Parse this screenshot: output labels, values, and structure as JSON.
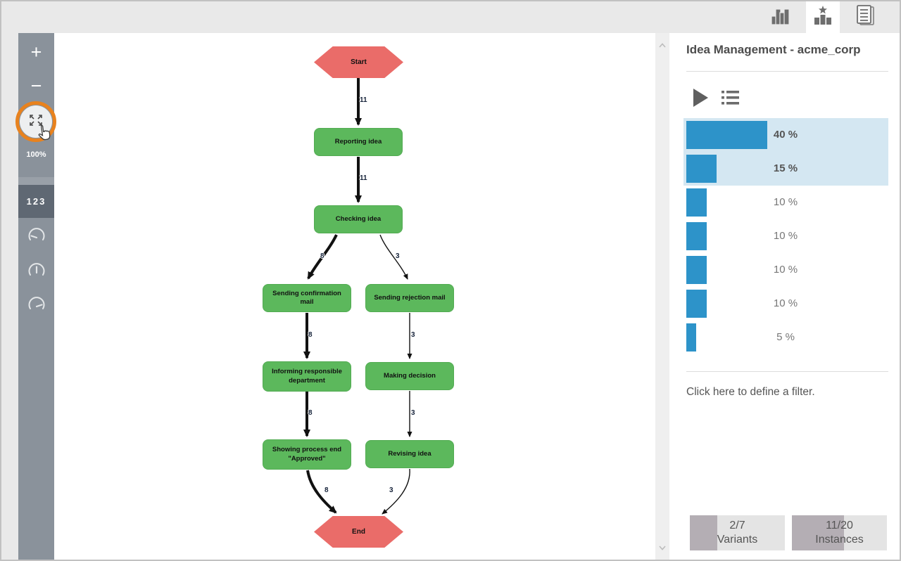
{
  "window": {
    "tabs": [
      {
        "icon": "frequency-chart-icon",
        "active": false
      },
      {
        "icon": "variants-star-chart-icon",
        "active": true
      },
      {
        "icon": "report-icon",
        "active": false
      }
    ]
  },
  "sidebar": {
    "zoom_in_label": "+",
    "zoom_out_label": "−",
    "zoom_level": "100%",
    "frequency_button_label": "123",
    "highlight_ring_color": "#e8821e",
    "icons": [
      "fit-to-screen-icon",
      "gauge-low-icon",
      "gauge-mid-icon",
      "gauge-high-icon"
    ]
  },
  "flowchart": {
    "activity_color": "#5cb85c",
    "terminal_color": "#ea6c69",
    "nodes": [
      {
        "label": "Start",
        "type": "terminal"
      },
      {
        "label": "Reporting idea",
        "type": "activity"
      },
      {
        "label": "Checking idea",
        "type": "activity"
      },
      {
        "label": "Sending confirmation mail",
        "type": "activity"
      },
      {
        "label": "Sending rejection mail",
        "type": "activity"
      },
      {
        "label": "Informing responsible department",
        "type": "activity"
      },
      {
        "label": "Making decision",
        "type": "activity"
      },
      {
        "label": "Showing process end \"Approved\"",
        "type": "activity"
      },
      {
        "label": "Revising idea",
        "type": "activity"
      },
      {
        "label": "End",
        "type": "terminal"
      }
    ],
    "edges": [
      {
        "label": "11",
        "from": "Start",
        "to": "Reporting idea",
        "weight": "thick"
      },
      {
        "label": "11",
        "from": "Reporting idea",
        "to": "Checking idea",
        "weight": "thick"
      },
      {
        "label": "8",
        "from": "Checking idea",
        "to": "Sending confirmation mail",
        "weight": "thick"
      },
      {
        "label": "3",
        "from": "Checking idea",
        "to": "Sending rejection mail",
        "weight": "thin"
      },
      {
        "label": "8",
        "from": "Sending confirmation mail",
        "to": "Informing responsible department",
        "weight": "thick"
      },
      {
        "label": "3",
        "from": "Sending rejection mail",
        "to": "Making decision",
        "weight": "thin"
      },
      {
        "label": "8",
        "from": "Informing responsible department",
        "to": "Showing process end \"Approved\"",
        "weight": "thick"
      },
      {
        "label": "3",
        "from": "Making decision",
        "to": "Revising idea",
        "weight": "thin"
      },
      {
        "label": "8",
        "from": "Showing process end \"Approved\"",
        "to": "End",
        "weight": "thick"
      },
      {
        "label": "3",
        "from": "Revising idea",
        "to": "End",
        "weight": "thin"
      }
    ]
  },
  "panel": {
    "title": "Idea Management - acme_corp",
    "icons": [
      "play-icon",
      "variant-list-icon"
    ],
    "bar_color": "#2d93c9",
    "selected_row_color": "#d4e7f2",
    "variants": [
      {
        "label": "40 %",
        "value": 40,
        "selected": true
      },
      {
        "label": "15 %",
        "value": 15,
        "selected": true
      },
      {
        "label": "10 %",
        "value": 10,
        "selected": false
      },
      {
        "label": "10 %",
        "value": 10,
        "selected": false
      },
      {
        "label": "10 %",
        "value": 10,
        "selected": false
      },
      {
        "label": "10 %",
        "value": 10,
        "selected": false
      },
      {
        "label": "5 %",
        "value": 5,
        "selected": false
      }
    ],
    "filter_text": "Click here to define a filter.",
    "footer": {
      "variants": {
        "value": "2/7",
        "label": "Variants"
      },
      "instances": {
        "value": "11/20",
        "label": "Instances"
      }
    }
  }
}
